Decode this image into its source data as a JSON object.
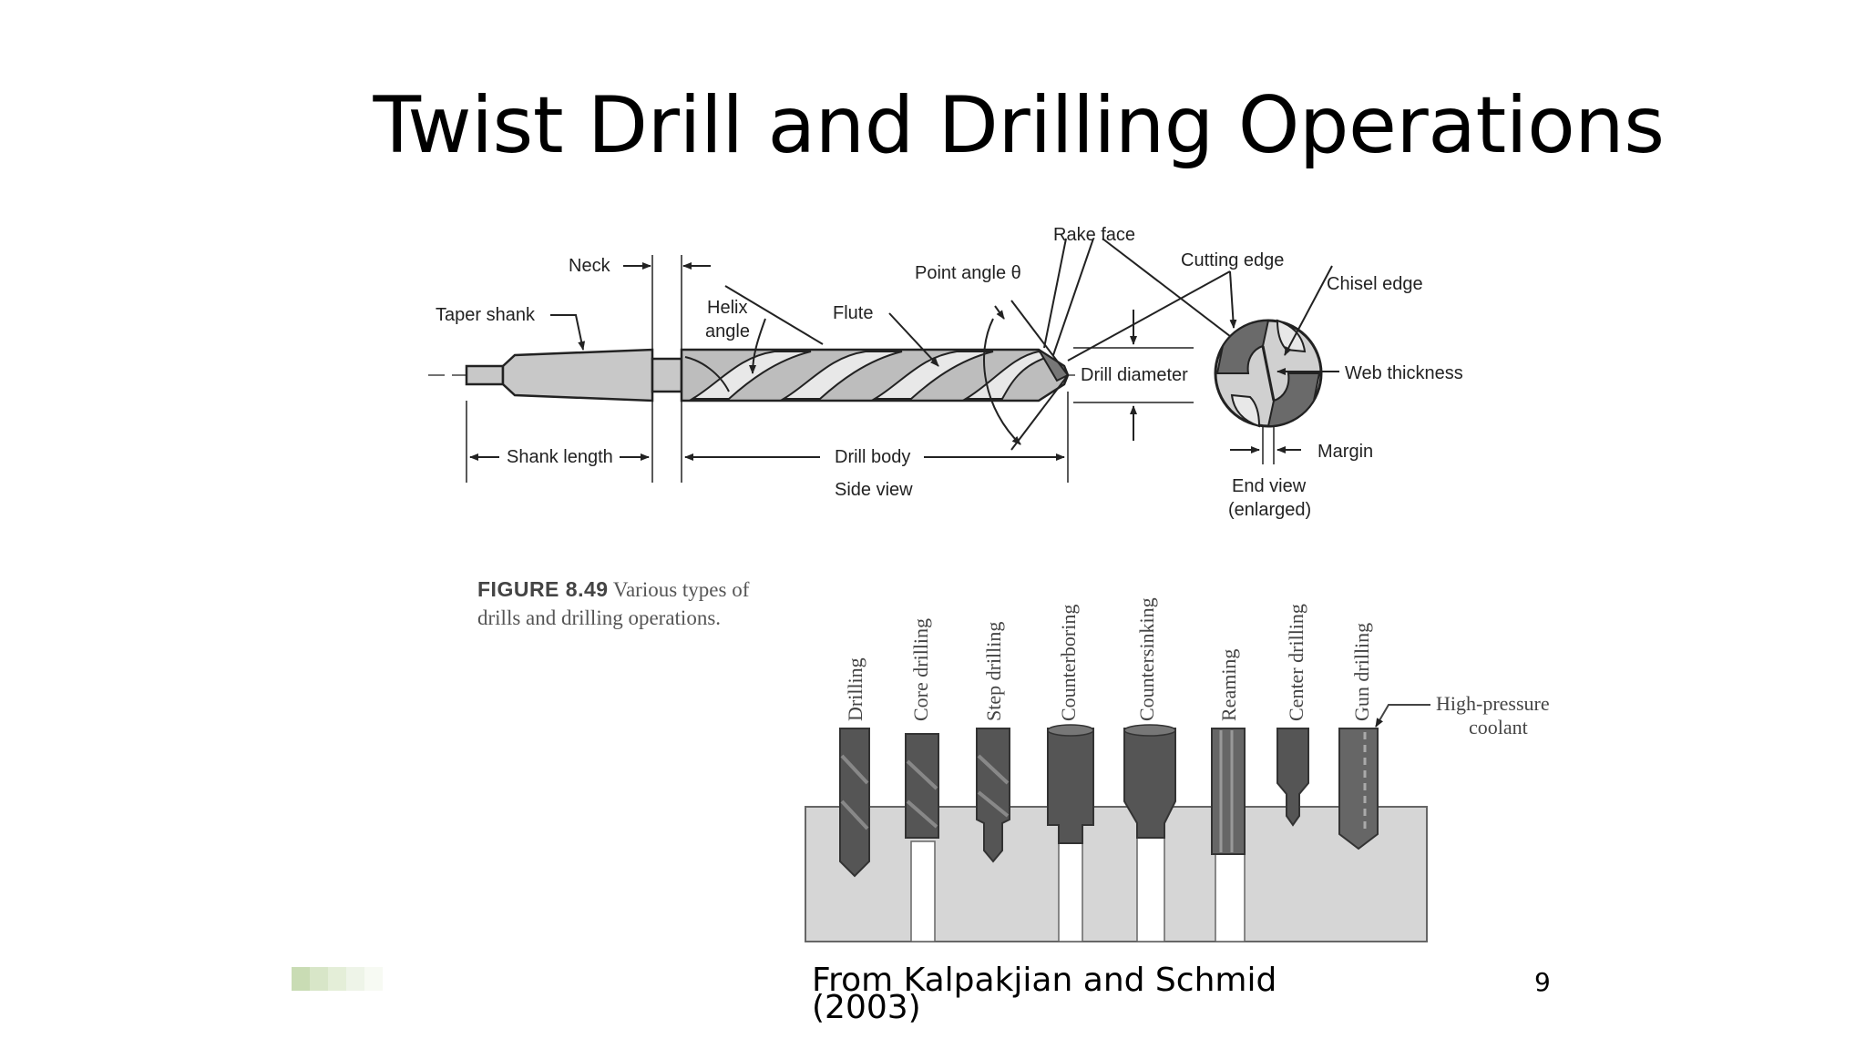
{
  "slide": {
    "title": "Twist Drill and Drilling Operations",
    "source": "From Kalpakjian and Schmid (2003)",
    "page_number": "9"
  },
  "figure": {
    "caption_label": "FIGURE 8.49",
    "caption_text": "Various types of drills and drilling operations.",
    "side_view": {
      "labels": {
        "neck": "Neck",
        "taper_shank": "Taper shank",
        "helix_angle_1": "Helix",
        "helix_angle_2": "angle",
        "flute": "Flute",
        "point_angle": "Point angle θ",
        "rake_face": "Rake face",
        "cutting_edge": "Cutting edge",
        "chisel_edge": "Chisel edge",
        "drill_diameter": "Drill diameter",
        "web_thickness": "Web thickness",
        "margin": "Margin",
        "shank_length": "Shank length",
        "drill_body": "Drill body",
        "side_view": "Side view",
        "end_view_1": "End view",
        "end_view_2": "(enlarged)"
      }
    },
    "operations": [
      "Drilling",
      "Core drilling",
      "Step drilling",
      "Counterboring",
      "Countersinking",
      "Reaming",
      "Center drilling",
      "Gun drilling"
    ],
    "coolant_label_1": "High-pressure",
    "coolant_label_2": "coolant"
  },
  "colors": {
    "workpiece": "#d6d6d6",
    "tool_dark": "#555555",
    "drill_body": "#bdbdbd",
    "deco_green": "#9fc27a"
  }
}
